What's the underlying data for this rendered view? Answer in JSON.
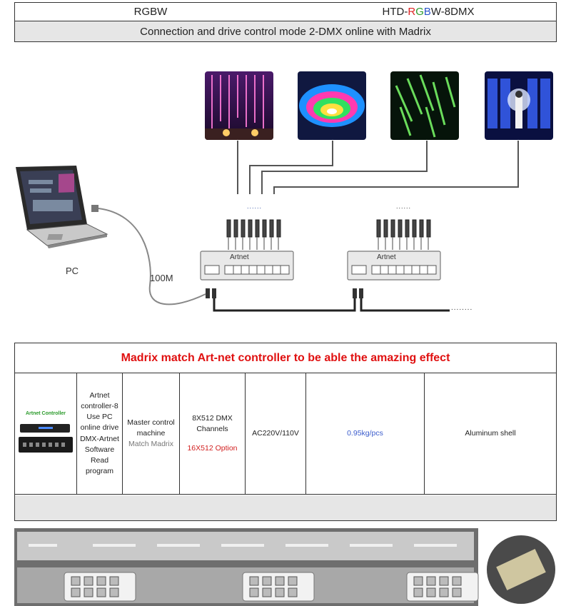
{
  "header": {
    "left": "RGBW",
    "model_prefix": "HTD-",
    "model_r": "R",
    "model_g": "G",
    "model_b": "B",
    "model_suffix": "W-8DMX",
    "subtitle": "Connection and drive control mode 2-DMX online with Madrix"
  },
  "diagram": {
    "pc_label": "PC",
    "cable_label": "100M",
    "controller1_label": "Artnet",
    "controller2_label": "Artnet",
    "dots1": "......",
    "dots2": "......",
    "dots3": "......",
    "dots4": "........"
  },
  "product": {
    "title": "Madrix match Art-net controller to be able the amazing effect",
    "image_label": "Artnet Controller",
    "desc": "Artnet controller-8 Use PC online drive DMX-Artnet Software Read program",
    "master_line1": "Master control machine",
    "master_line2": "Match Madrix",
    "channels_line1": "8X512 DMX Channels",
    "channels_line2": "16X512 Option",
    "power": "AC220V/110V",
    "weight": "0.95kg/pcs",
    "shell": "Aluminum shell"
  },
  "colors": {
    "title_red": "#e01010",
    "weight_blue": "#3b5ccc",
    "option_red": "#d22020",
    "row_gray": "#e6e6e6"
  }
}
